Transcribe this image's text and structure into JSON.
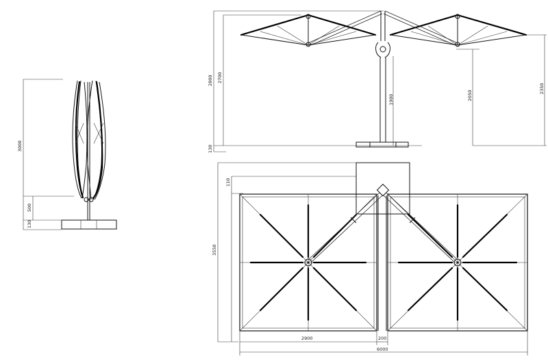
{
  "dimensions": {
    "side_total_height": "3000",
    "side_base_offset": "500",
    "side_base": "130",
    "front_total_height": "2800",
    "front_mid_height": "2700",
    "front_base": "130",
    "front_pole_height": "1900",
    "front_arm_height": "2050",
    "front_right_height": "2350",
    "plan_top_gap": "110",
    "plan_depth": "3550",
    "plan_canopy_width": "2900",
    "plan_gap": "200",
    "plan_total_width": "6000"
  },
  "colors": {
    "line": "#111111",
    "dimension": "#333333",
    "background": "#ffffff"
  }
}
